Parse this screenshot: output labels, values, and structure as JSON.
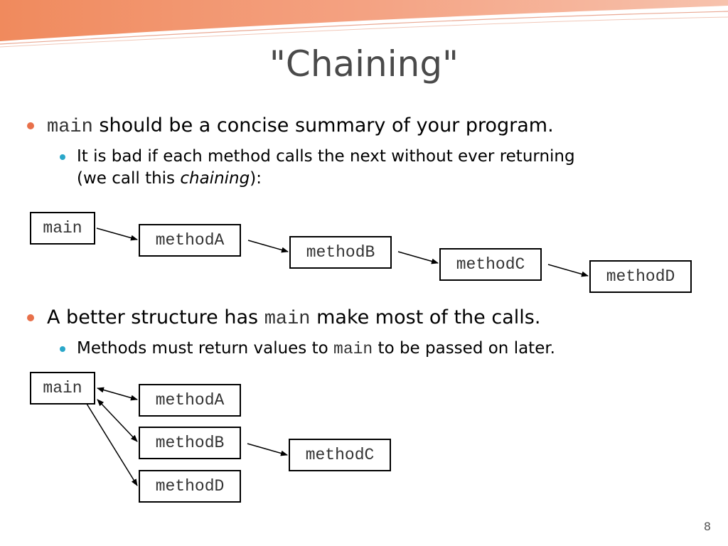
{
  "slide": {
    "title": "\"Chaining\"",
    "page_number": "8"
  },
  "bullet1": {
    "code": "main",
    "text": " should be a concise summary of your program."
  },
  "sub1": {
    "text_before": "It is bad if each method calls the next without ever returning",
    "text_line2_pre": "(we call this ",
    "text_italic": "chaining",
    "text_after": "):"
  },
  "diagram1": {
    "nodes": [
      "main",
      "methodA",
      "methodB",
      "methodC",
      "methodD"
    ]
  },
  "bullet2": {
    "text_before": "A better structure has ",
    "code": "main",
    "text_after": " make most of the calls."
  },
  "sub2": {
    "text_before": "Methods must return values to ",
    "code": "main",
    "text_after": " to be passed on later."
  },
  "diagram2": {
    "nodes": [
      "main",
      "methodA",
      "methodB",
      "methodC",
      "methodD"
    ]
  },
  "colors": {
    "bullet_main": "#e8704a",
    "bullet_sub": "#2aa7c9",
    "title": "#4a4a4a"
  }
}
